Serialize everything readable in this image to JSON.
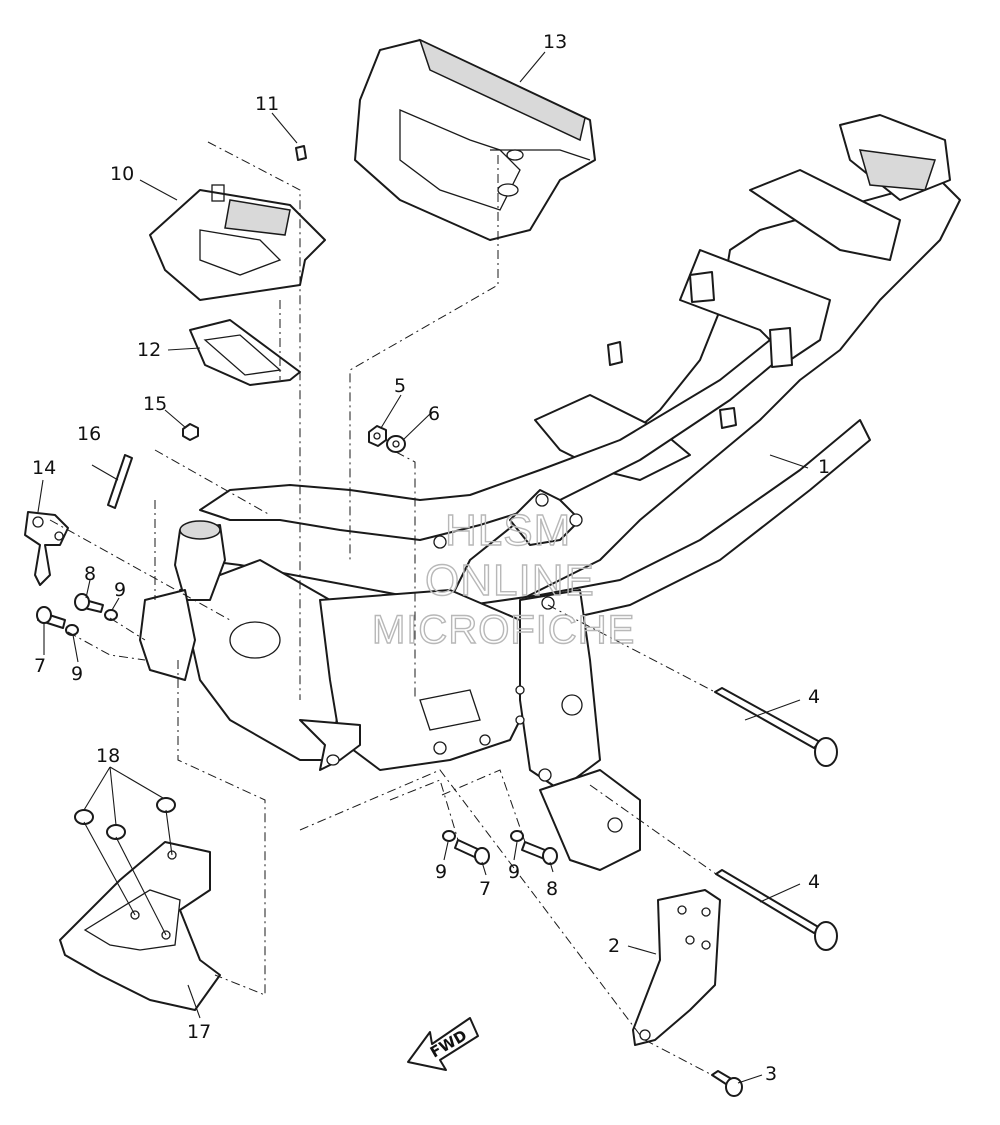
{
  "watermark": {
    "line1": "HLSM",
    "line2": "ONLINE",
    "line3": "MICROFICHE"
  },
  "direction_label": "FWD",
  "callouts": {
    "c1": "1",
    "c2": "2",
    "c3": "3",
    "c4a": "4",
    "c4b": "4",
    "c5": "5",
    "c6": "6",
    "c7a": "7",
    "c7b": "7",
    "c8a": "8",
    "c8b": "8",
    "c9a": "9",
    "c9b": "9",
    "c9c": "9",
    "c9d": "9",
    "c10": "10",
    "c11": "11",
    "c12": "12",
    "c13": "13",
    "c14": "14",
    "c15": "15",
    "c16": "16",
    "c17": "17",
    "c18": "18"
  }
}
